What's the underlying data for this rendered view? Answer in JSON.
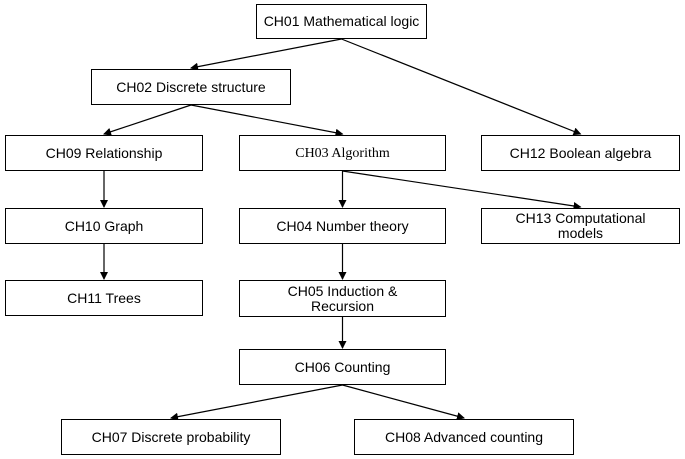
{
  "diagram": {
    "nodes": {
      "ch01": "CH01 Mathematical logic",
      "ch02": "CH02 Discrete structure",
      "ch03": "CH03 Algorithm",
      "ch04": "CH04 Number theory",
      "ch05_line1": "CH05 Induction &",
      "ch05_line2": "Recursion",
      "ch06": "CH06 Counting",
      "ch07": "CH07 Discrete probability",
      "ch08": "CH08 Advanced counting",
      "ch09": "CH09 Relationship",
      "ch10": "CH10 Graph",
      "ch11": "CH11 Trees",
      "ch12": "CH12 Boolean algebra",
      "ch13_line1": "CH13 Computational",
      "ch13_line2": "models"
    },
    "edges": [
      {
        "from": "ch01",
        "to": "ch02"
      },
      {
        "from": "ch01",
        "to": "ch12"
      },
      {
        "from": "ch02",
        "to": "ch09"
      },
      {
        "from": "ch02",
        "to": "ch03"
      },
      {
        "from": "ch09",
        "to": "ch10"
      },
      {
        "from": "ch10",
        "to": "ch11"
      },
      {
        "from": "ch03",
        "to": "ch04"
      },
      {
        "from": "ch03",
        "to": "ch13"
      },
      {
        "from": "ch04",
        "to": "ch05"
      },
      {
        "from": "ch05",
        "to": "ch06"
      },
      {
        "from": "ch06",
        "to": "ch07"
      },
      {
        "from": "ch06",
        "to": "ch08"
      }
    ],
    "line_color": "#000000"
  }
}
